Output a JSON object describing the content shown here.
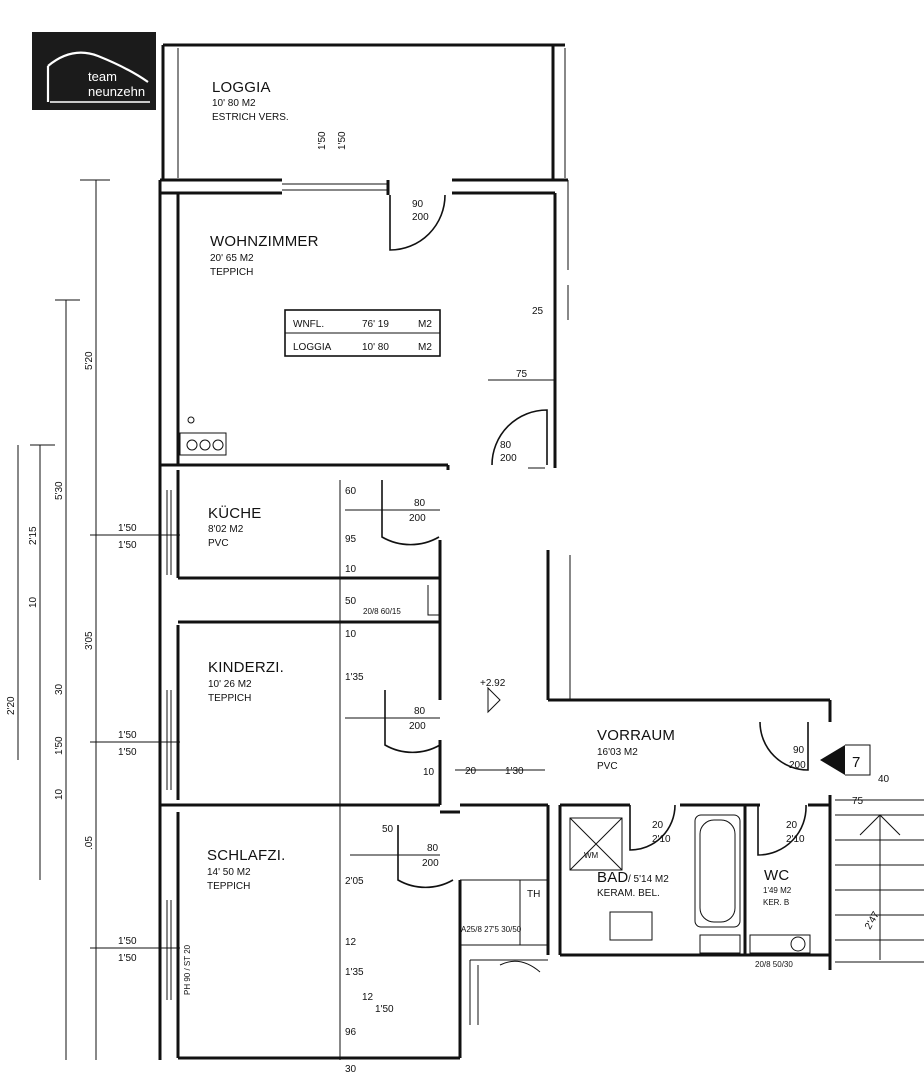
{
  "logo": {
    "line1": "team",
    "line2": "neunzehn"
  },
  "rooms": {
    "loggia": {
      "name": "LOGGIA",
      "area": "10' 80 M2",
      "floor": "ESTRICH  VERS."
    },
    "wohn": {
      "name": "WOHNZIMMER",
      "area": "20' 65  M2",
      "floor": "TEPPICH"
    },
    "kueche": {
      "name": "KÜCHE",
      "area": "8'02  M2",
      "floor": "PVC"
    },
    "kinder": {
      "name": "KINDERZI.",
      "area": "10' 26  M2",
      "floor": "TEPPICH"
    },
    "schlaf": {
      "name": "SCHLAFZI.",
      "area": "14' 50  M2",
      "floor": "TEPPICH"
    },
    "vorraum": {
      "name": "VORRAUM",
      "area": "16'03  M2",
      "floor": "PVC"
    },
    "bad": {
      "name": "BAD",
      "area": "/ 5'14 M2",
      "floor": "KERAM. BEL."
    },
    "wc": {
      "name": "WC",
      "area": "1'49 M2",
      "floor": "KER. B"
    }
  },
  "area_table": {
    "rows": [
      {
        "label": "WNFL.",
        "value": "76' 19",
        "unit": "M2"
      },
      {
        "label": "LOGGIA",
        "value": "10' 80",
        "unit": "M2"
      }
    ]
  },
  "fixtures": {
    "wm": "WM",
    "th": "TH",
    "shaft1": "20/8 60/15",
    "shaft2": "20/8 50/30",
    "shaft3": "A25/8 27'5 30/50",
    "entry_arrow": "7"
  },
  "dims": {
    "d_190_a": "1'50",
    "d_190_b": "1'50",
    "d_loggia_door_a": "90",
    "d_loggia_door_b": "200",
    "d_wohn_door_a": "80",
    "d_wohn_door_b": "200",
    "d_25": "25",
    "d_75": "75",
    "d_kue_80": "80",
    "d_kue_200": "200",
    "d_kue_60": "60",
    "d_kue_95": "95",
    "d_kue_10": "10",
    "d_kue_50": "50",
    "d_kue_10b": "10",
    "d_kin_80": "80",
    "d_kin_200": "200",
    "d_kin_135": "1'35",
    "d_kin_10": "10",
    "d_sch_80": "80",
    "d_sch_200": "200",
    "d_sch_50": "50",
    "d_sch_205": "2'05",
    "d_sch_12": "12",
    "d_sch_135": "1'35",
    "d_sch_12b": "12",
    "d_sch_150": "1'50",
    "d_sch_96": "96",
    "d_sch_30": "30",
    "d_20": "20",
    "d_130": "1'30",
    "d_bad_20": "20",
    "d_bad_210": "2'10",
    "d_wc_20": "20",
    "d_wc_210": "2'10",
    "d_vor_90": "90",
    "d_vor_200": "200",
    "d_stair_40": "40",
    "d_stair_75": "75",
    "d_stair_27": "2'47",
    "d_282": "+2.92",
    "left_520": "5'20",
    "left_530": "5'30",
    "left_215": "2'15",
    "left_10": "10",
    "left_305": "3'05",
    "left_220": "2'20",
    "left_30": "30",
    "left_150": "1'50",
    "left_10b": "10",
    "left_05": ".05",
    "win_kue_a": "1'50",
    "win_kue_b": "1'50",
    "win_kin_a": "1'50",
    "win_kin_b": "1'50",
    "win_sch_a": "1'50",
    "win_sch_b": "1'50",
    "win_sch_label": "PH 90 / ST 20"
  }
}
